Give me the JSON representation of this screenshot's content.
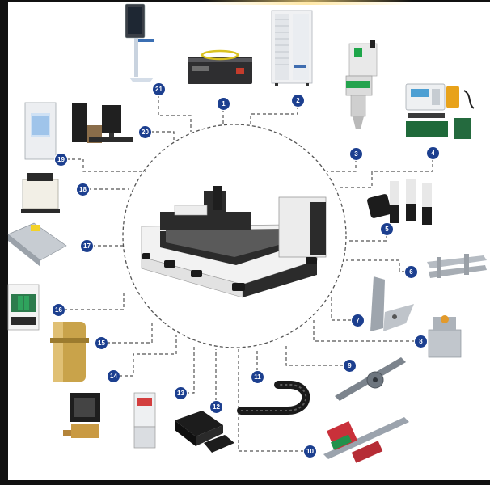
{
  "diagram": {
    "labels": [
      "1",
      "2",
      "3",
      "4",
      "5",
      "6",
      "7",
      "8",
      "9",
      "10",
      "11",
      "12",
      "13",
      "14",
      "15",
      "16",
      "17",
      "18",
      "19",
      "20",
      "21"
    ],
    "colors": {
      "badge": "#1c3f8f",
      "connector": "#555555",
      "machine_body": "#f2f2f2",
      "machine_dark": "#2b2b2b"
    }
  }
}
